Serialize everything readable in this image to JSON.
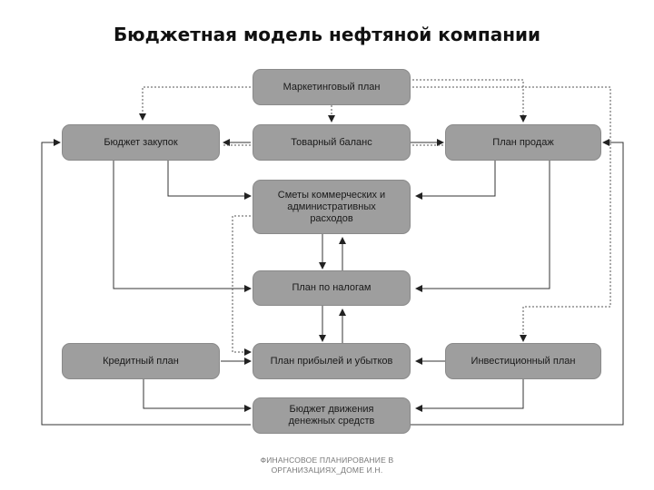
{
  "title": "Бюджетная модель нефтяной компании",
  "nodes": {
    "marketing_plan": "Маркетинговый план",
    "purchase_budget": "Бюджет закупок",
    "goods_balance": "Товарный баланс",
    "sales_plan": "План продаж",
    "admin_expenses": "Сметы коммерческих и административных расходов",
    "tax_plan": "План по налогам",
    "credit_plan": "Кредитный план",
    "profit_loss_plan": "План прибылей и убытков",
    "investment_plan": "Инвестиционный план",
    "cash_flow_budget": "Бюджет движения денежных средств"
  },
  "footer": {
    "line1": "ФИНАНСОВОЕ ПЛАНИРОВАНИЕ В",
    "line2": "ОРГАНИЗАЦИЯХ_ДОМЕ И.Н."
  },
  "colors": {
    "node_fill": "#9e9e9e",
    "line": "#333333"
  }
}
